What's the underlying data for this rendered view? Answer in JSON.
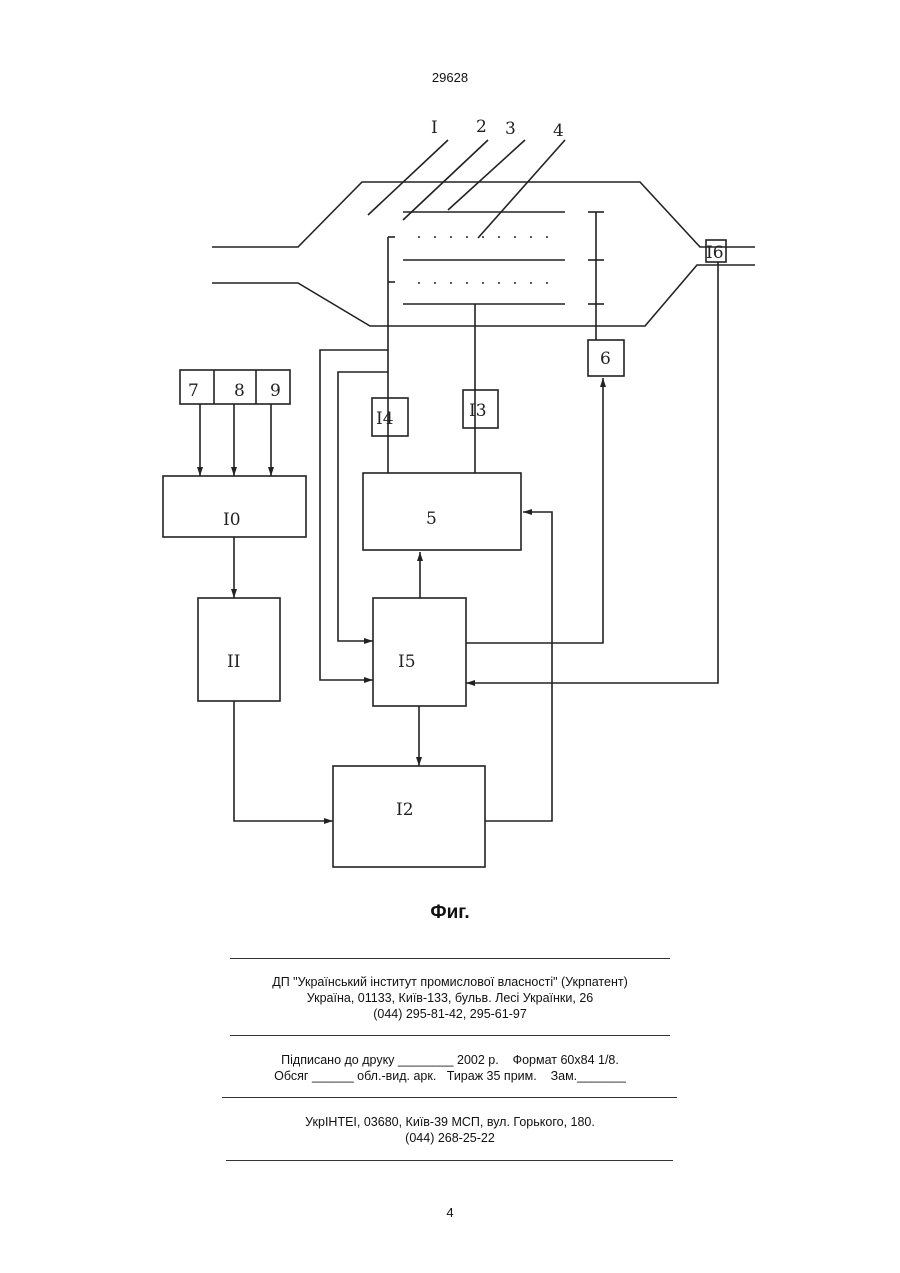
{
  "header": {
    "patent_number": "29628"
  },
  "figure": {
    "labels": {
      "l1": "I",
      "l2": "2",
      "l3": "3",
      "l4": "4",
      "b5": "5",
      "b6": "6",
      "b7": "7",
      "b8": "8",
      "b9": "9",
      "b10": "I0",
      "b11": "II",
      "b12": "I2",
      "b13": "I3",
      "b14": "I4",
      "b15": "I5",
      "b16": "I6"
    },
    "caption": "Фиг."
  },
  "imprint": {
    "publisher": [
      "ДП \"Український інститут промислової власності\" (Укрпатент)",
      "Україна, 01133, Київ-133, бульв. Лесі Українки, 26",
      "(044) 295-81-42, 295-61-97"
    ],
    "print_info": [
      "Підписано до друку ________ 2002 р.    Формат 60х84 1/8.",
      "Обсяг ______ обл.-вид. арк.   Тираж 35 прим.    Зам._______"
    ],
    "printer": [
      "УкрІНТЕІ, 03680, Київ-39 МСП, вул. Горького, 180.",
      "(044) 268-25-22"
    ]
  },
  "footer": {
    "page_number": "4"
  }
}
